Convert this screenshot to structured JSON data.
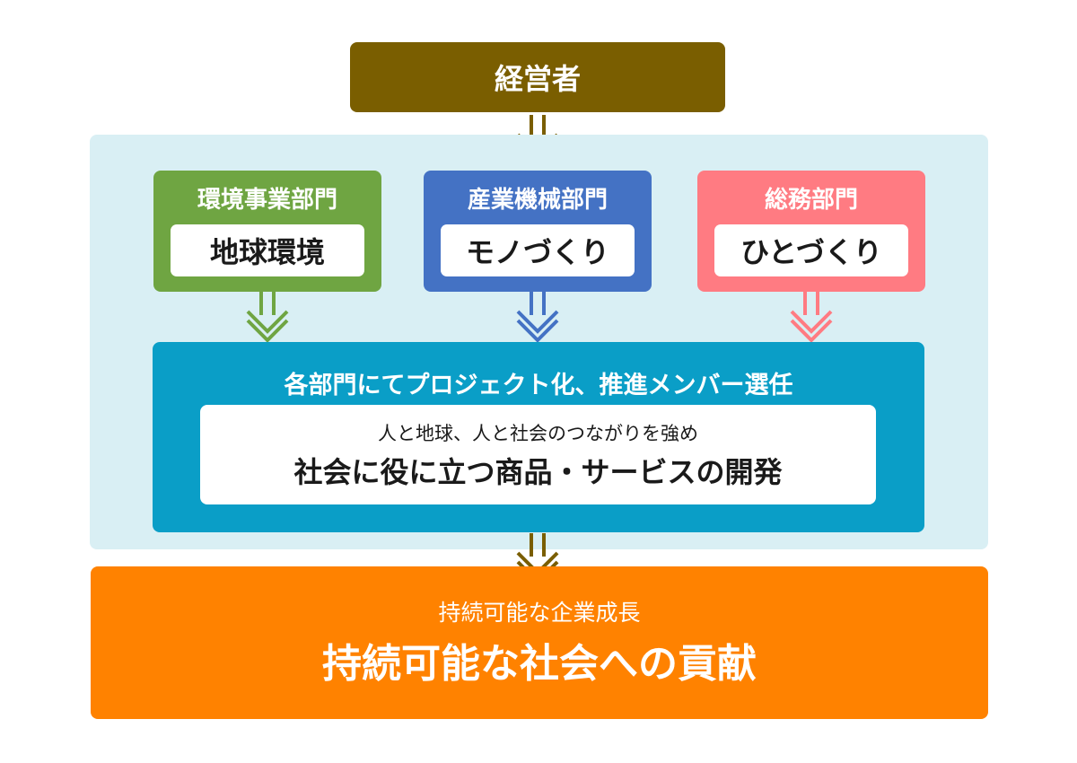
{
  "executive": {
    "label": "経営者"
  },
  "departments": [
    {
      "name": "環境事業部門",
      "theme": "地球環境",
      "color": "#6fa542"
    },
    {
      "name": "産業機械部門",
      "theme": "モノづくり",
      "color": "#4472c4"
    },
    {
      "name": "総務部門",
      "theme": "ひとづくり",
      "color": "#ff7b82"
    }
  ],
  "project": {
    "title": "各部門にてプロジェクト化、推進メンバー選任",
    "subtitle": "人と地球、人と社会のつながりを強め",
    "main": "社会に役に立つ商品・サービスの開発"
  },
  "result": {
    "subtitle": "持続可能な企業成長",
    "main": "持続可能な社会への貢献"
  },
  "colors": {
    "executive": "#7a5e00",
    "panel": "#d9eff4",
    "project": "#0a9ec7",
    "result": "#ff8200",
    "arrow_brown": "#7a5e00"
  },
  "icons": [
    "double-chevron-down-arrow"
  ]
}
